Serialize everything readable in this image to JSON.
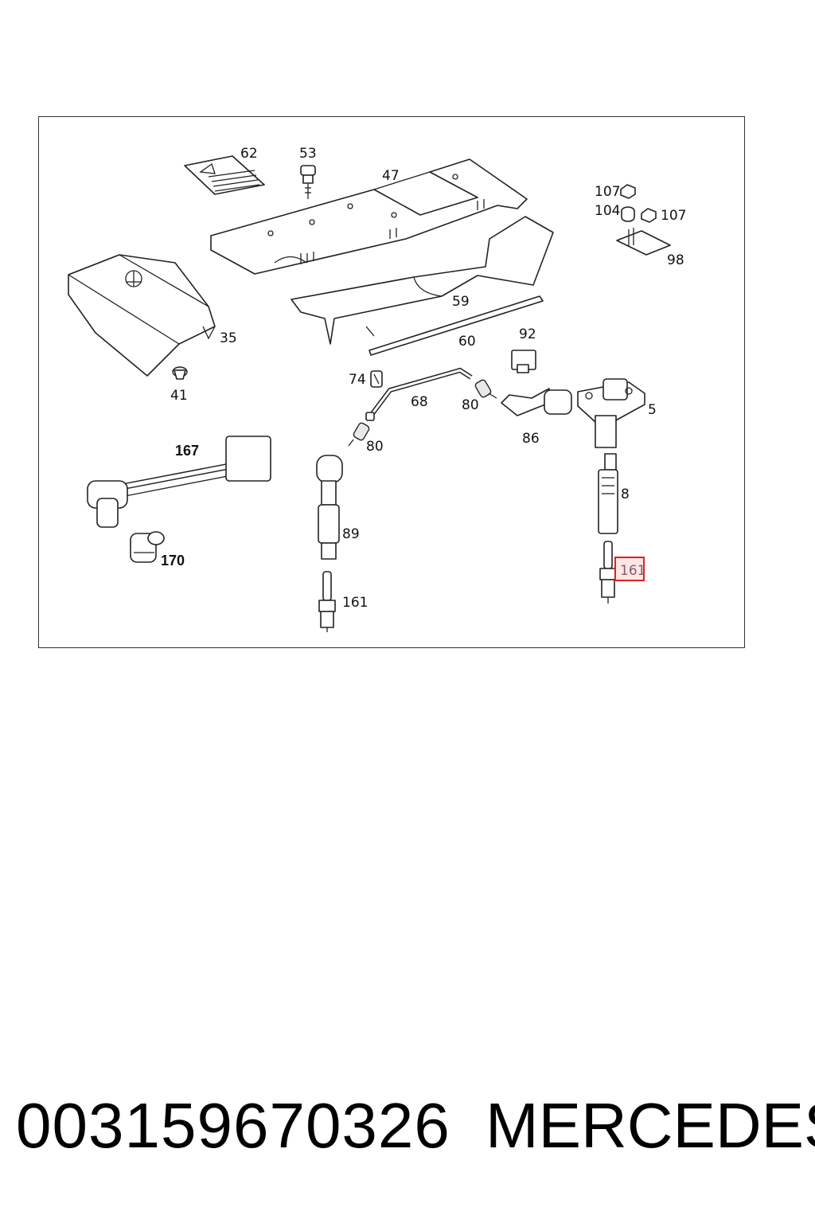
{
  "callouts": {
    "c62": "62",
    "c53": "53",
    "c47": "47",
    "c107a": "107",
    "c104": "104",
    "c107b": "107",
    "c98": "98",
    "c59": "59",
    "c35": "35",
    "c60": "60",
    "c92": "92",
    "c41": "41",
    "c74": "74",
    "c68": "68",
    "c80a": "80",
    "c80b": "80",
    "c86": "86",
    "c5": "5",
    "c167": "167",
    "c8": "8",
    "c89": "89",
    "c170": "170",
    "c161a": "161",
    "c161b": "161"
  },
  "highlight": {
    "label": "161",
    "color": "#e0201e"
  },
  "caption": {
    "part_number": "003159670326",
    "brand": "MERCEDES"
  }
}
